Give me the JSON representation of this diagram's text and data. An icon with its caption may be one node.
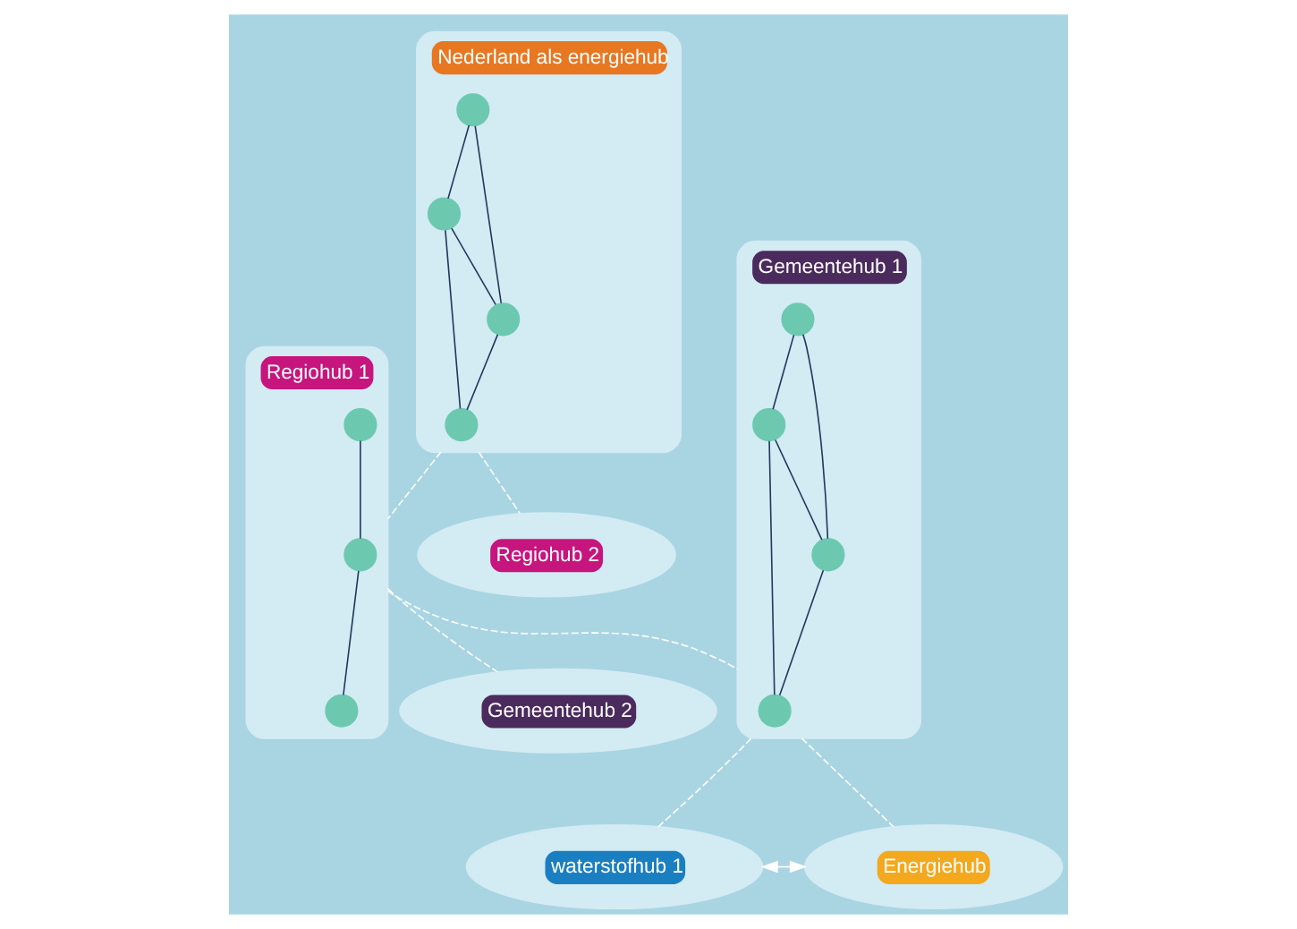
{
  "diagram": {
    "nodes": [
      {
        "text": [
          "Nederland als energiehub"
        ]
      },
      {
        "text": [],
        "shape": "circle",
        "in": 0
      },
      {
        "text": [],
        "shape": "circle",
        "in": 0
      },
      {
        "text": [],
        "shape": "circle",
        "in": 0
      },
      {
        "text": [],
        "shape": "circle",
        "in": 0
      },
      {
        "text": [
          "Regiohub 1"
        ]
      },
      {
        "text": [],
        "shape": "circle",
        "in": 5
      },
      {
        "text": [],
        "shape": "circle",
        "in": 5
      },
      {
        "text": [],
        "shape": "circle",
        "in": 5
      },
      {
        "text": [
          "Regiohub 2"
        ]
      },
      {
        "text": [
          "Gemeentehub 2"
        ]
      },
      {
        "text": [
          "Gemeentehub 1"
        ]
      },
      {
        "text": [],
        "shape": "circle",
        "in": 11
      },
      {
        "text": [],
        "shape": "circle",
        "in": 11
      },
      {
        "text": [],
        "shape": "circle",
        "in": 11
      },
      {
        "text": [],
        "shape": "circle",
        "in": 11
      },
      {
        "text": [
          "waterstofhub 1"
        ]
      },
      {
        "text": [
          "Energiehub"
        ]
      }
    ],
    "edges": [
      {
        "from": 1,
        "to": 2,
        "arrow": "none"
      },
      {
        "from": 2,
        "to": 3,
        "arrow": "none"
      },
      {
        "from": 1,
        "to": 4,
        "arrow": "none"
      },
      {
        "from": 4,
        "to": 3,
        "arrow": "none"
      },
      {
        "from": 2,
        "to": 4,
        "arrow": "none"
      },
      {
        "from": 6,
        "to": 7,
        "arrow": "none"
      },
      {
        "from": 7,
        "to": 8,
        "arrow": "none"
      },
      {
        "from": 12,
        "to": 13,
        "arrow": "none"
      },
      {
        "from": 13,
        "to": 14,
        "arrow": "none"
      },
      {
        "from": 12,
        "to": 15,
        "arrow": "none"
      },
      {
        "from": 15,
        "to": 14,
        "arrow": "none"
      },
      {
        "from": 13,
        "to": 15,
        "arrow": "none"
      },
      {
        "from": 0,
        "to": 5,
        "arrow": "none",
        "style": "dashed",
        "color": "#ffffff"
      },
      {
        "from": 0,
        "to": 9,
        "arrow": "none",
        "style": "dashed",
        "color": "#ffffff"
      },
      {
        "from": 5,
        "to": 10,
        "arrow": "none",
        "style": "dashed",
        "color": "#ffffff"
      },
      {
        "from": 5,
        "to": 11,
        "arrow": "none",
        "style": "dashed",
        "color": "#ffffff"
      },
      {
        "from": 11,
        "to": 16,
        "arrow": "none",
        "style": "dashed",
        "color": "#ffffff"
      },
      {
        "from": 11,
        "to": 17,
        "arrow": "none",
        "style": "dashed",
        "color": "#ffffff"
      },
      {
        "from": 16,
        "to": 17,
        "arrow": "both",
        "color": "#ffffff"
      }
    ]
  }
}
